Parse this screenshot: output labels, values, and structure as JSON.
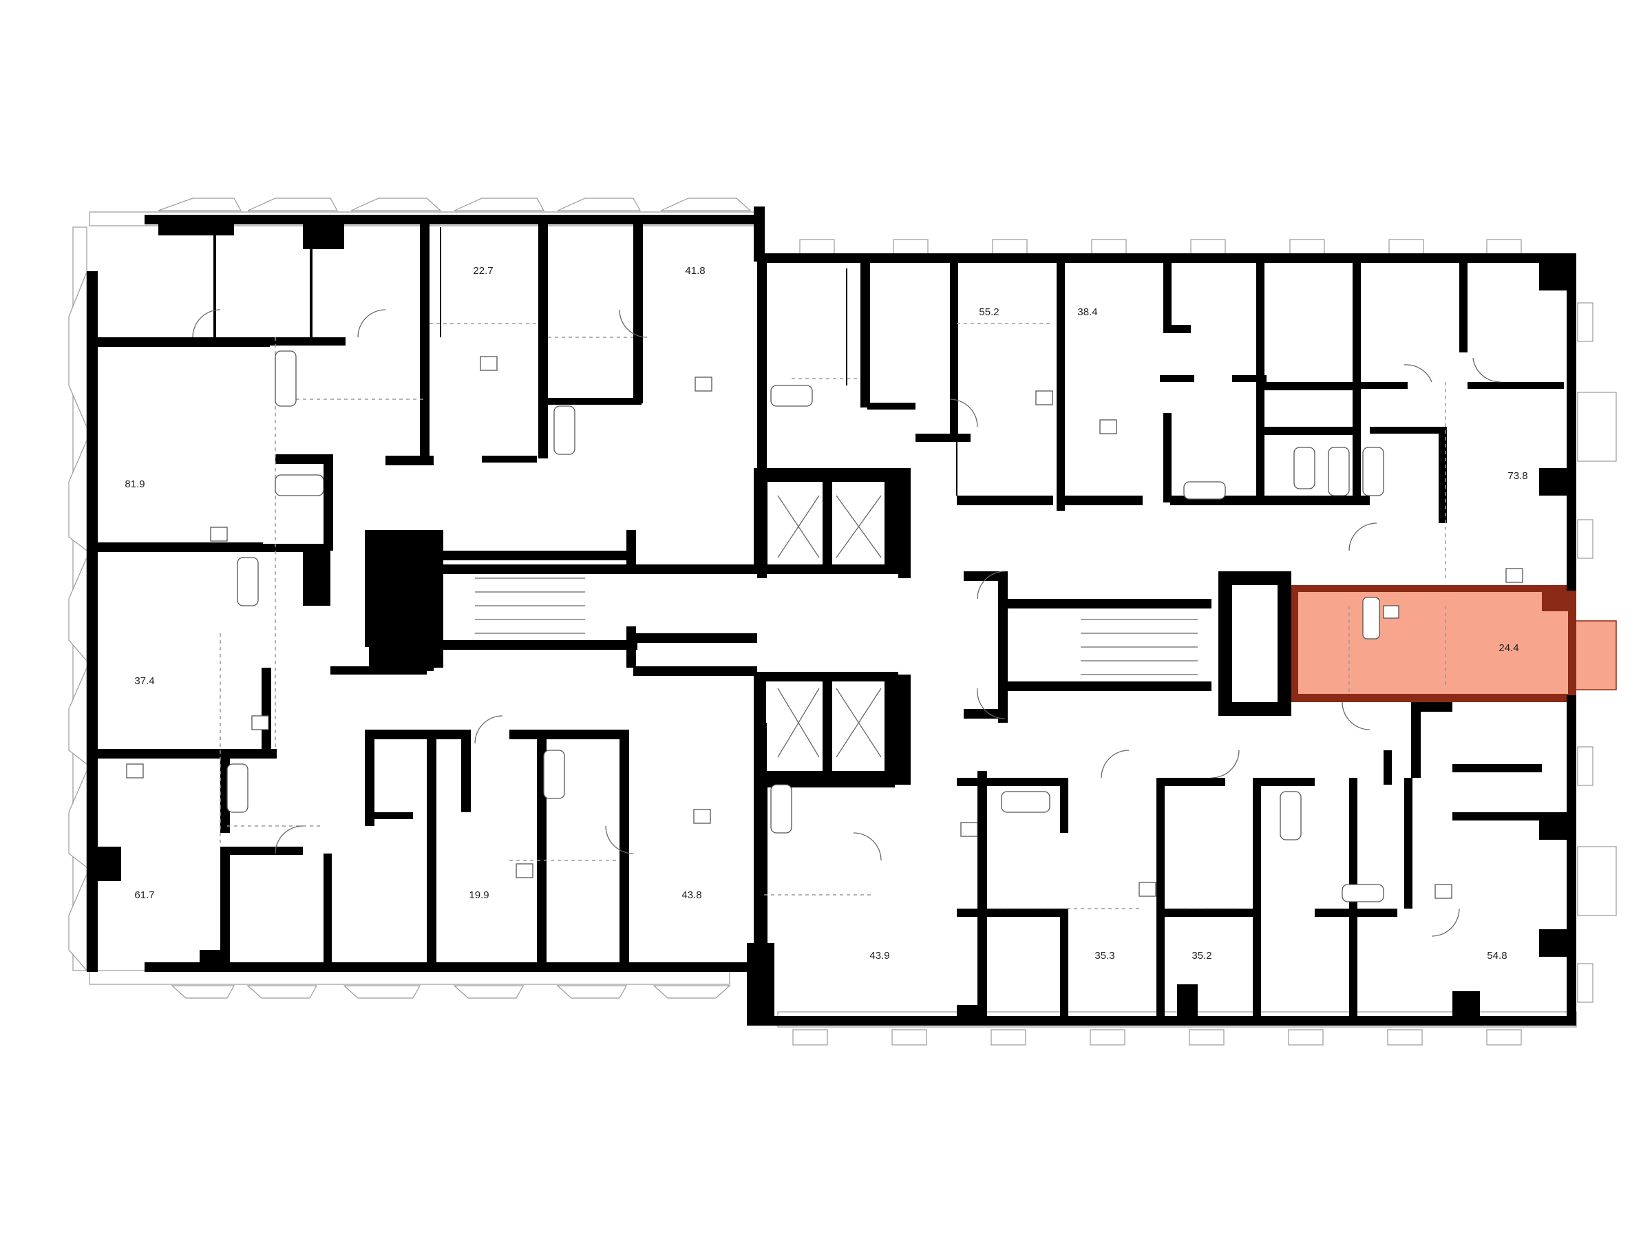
{
  "plan": {
    "highlight_color": "#f7a58c",
    "highlight_wall_color": "#8b2a17",
    "wall_color": "#000000",
    "background": "#ffffff",
    "highlighted_unit": "24.4",
    "units": [
      {
        "id": "u819",
        "area": "81.9"
      },
      {
        "id": "u227",
        "area": "22.7"
      },
      {
        "id": "u418",
        "area": "41.8"
      },
      {
        "id": "u552",
        "area": "55.2"
      },
      {
        "id": "u384",
        "area": "38.4"
      },
      {
        "id": "u738",
        "area": "73.8"
      },
      {
        "id": "u374",
        "area": "37.4"
      },
      {
        "id": "u244",
        "area": "24.4"
      },
      {
        "id": "u617",
        "area": "61.7"
      },
      {
        "id": "u199",
        "area": "19.9"
      },
      {
        "id": "u438",
        "area": "43.8"
      },
      {
        "id": "u439",
        "area": "43.9"
      },
      {
        "id": "u353",
        "area": "35.3"
      },
      {
        "id": "u352",
        "area": "35.2"
      },
      {
        "id": "u548",
        "area": "54.8"
      }
    ]
  }
}
